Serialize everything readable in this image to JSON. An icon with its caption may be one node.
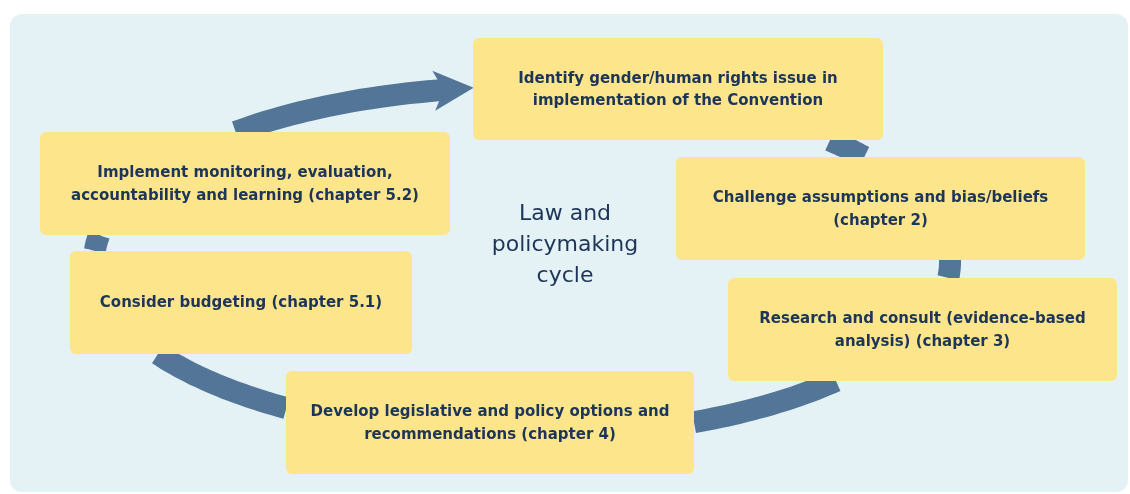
{
  "diagram": {
    "nodes": [
      {
        "text": [
          "Identify gender/human rights issue in implementation of the Convention"
        ]
      },
      {
        "text": [
          "Challenge assumptions and bias/beliefs (chapter 2)"
        ]
      },
      {
        "text": [
          "Research and consult (evidence-based analysis) (chapter 3)"
        ]
      },
      {
        "text": [
          "Develop legislative and policy options and recommendations (chapter 4)"
        ]
      },
      {
        "text": [
          "Consider budgeting (chapter 5.1)"
        ]
      },
      {
        "text": [
          "Implement monitoring, evaluation, accountability and learning (chapter 5.2)"
        ]
      }
    ],
    "edges": [
      {
        "from": 0,
        "to": 1,
        "arrow": "none"
      },
      {
        "from": 1,
        "to": 2,
        "arrow": "none"
      },
      {
        "from": 2,
        "to": 3,
        "arrow": "none"
      },
      {
        "from": 3,
        "to": 4,
        "arrow": "none"
      },
      {
        "from": 4,
        "to": 5,
        "arrow": "none"
      },
      {
        "from": 5,
        "to": 0,
        "arrow": "to"
      }
    ],
    "labels": [
      "Law and policymaking cycle"
    ]
  }
}
